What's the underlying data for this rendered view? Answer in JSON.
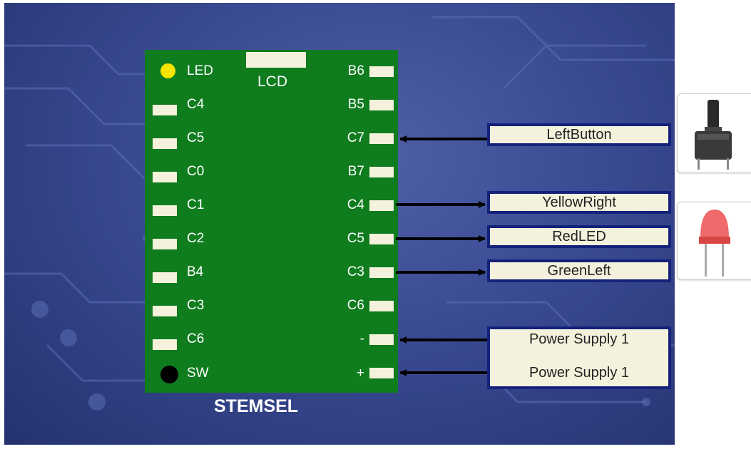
{
  "board": {
    "name": "STEMSEL",
    "lcd_label": "LCD",
    "left_pins": [
      "LED",
      "C4",
      "C5",
      "C0",
      "C1",
      "C2",
      "B4",
      "C3",
      "C6",
      "SW"
    ],
    "right_pins": [
      "B6",
      "B5",
      "C7",
      "B7",
      "C4",
      "C5",
      "C3",
      "C6",
      "-",
      "+"
    ]
  },
  "connections": [
    {
      "pin": "C7",
      "device": "LeftButton",
      "direction": "in"
    },
    {
      "pin": "C4",
      "device": "YellowRight",
      "direction": "out"
    },
    {
      "pin": "C5",
      "device": "RedLED",
      "direction": "out"
    },
    {
      "pin": "C3",
      "device": "GreenLeft",
      "direction": "out"
    },
    {
      "pin": "-",
      "device": "Power Supply 1",
      "direction": "in"
    },
    {
      "pin": "+",
      "device": "Power Supply 1",
      "direction": "in"
    }
  ],
  "icons": [
    "push-button-icon",
    "red-led-icon"
  ],
  "colors": {
    "board": "#0f7c1e",
    "pad": "#f4f1dc",
    "box_border": "#14227a",
    "led": "#f7e400",
    "background": "#34448c"
  }
}
